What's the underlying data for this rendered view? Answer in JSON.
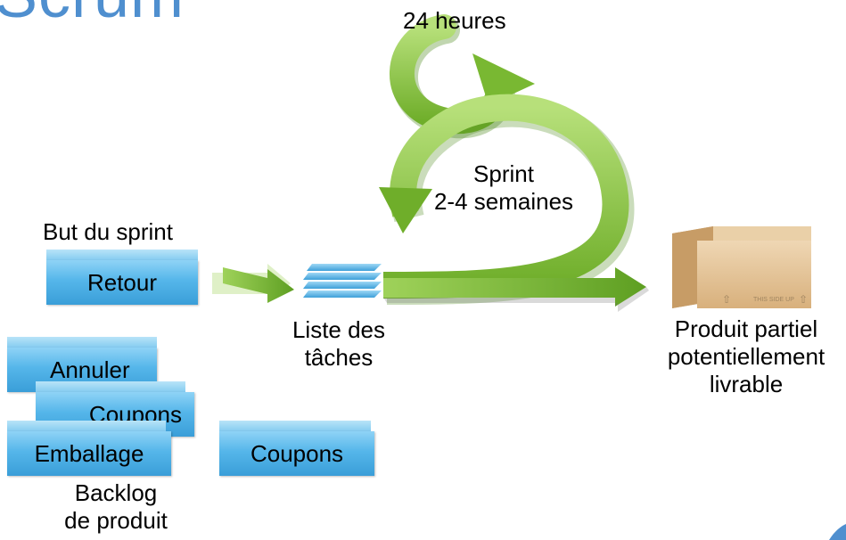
{
  "title": "Scrum",
  "cycle": {
    "daily_label": "24 heures",
    "sprint_label": "Sprint",
    "sprint_duration": "2-4 semaines"
  },
  "sprint_goal": {
    "label": "But du sprint",
    "block": "Retour"
  },
  "task_list": {
    "line1": "Liste des",
    "line2": "tâches"
  },
  "product": {
    "line1": "Produit partiel",
    "line2": "potentiellement",
    "line3": "livrable",
    "box_print": "THIS SIDE UP"
  },
  "backlog": {
    "items": [
      "Annuler",
      "Coupons",
      "Emballage"
    ],
    "extra_item": "Coupons",
    "line1": "Backlog",
    "line2": "de produit"
  },
  "colors": {
    "title": "#4f8fcf",
    "arrow_green": "#8cc63f",
    "block_blue": "#55b6ea",
    "box_tan": "#e2c39a"
  }
}
